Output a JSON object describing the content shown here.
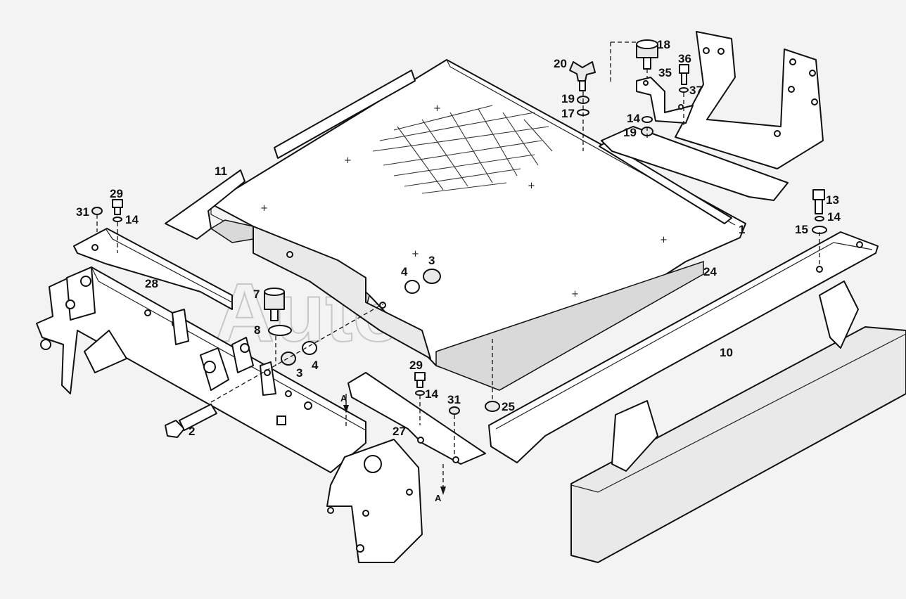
{
  "watermark": "AutoSoft",
  "section_marker": "A",
  "callouts": {
    "c1": "1",
    "c2": "2",
    "c3a": "3",
    "c3b": "3",
    "c4a": "4",
    "c4b": "4",
    "c7": "7",
    "c8": "8",
    "c10": "10",
    "c11": "11",
    "c13": "13",
    "c14a": "14",
    "c14b": "14",
    "c14c": "14",
    "c14d": "14",
    "c15": "15",
    "c17": "17",
    "c18": "18",
    "c19a": "19",
    "c19b": "19",
    "c20": "20",
    "c24": "24",
    "c25": "25",
    "c27": "27",
    "c28": "28",
    "c29a": "29",
    "c29b": "29",
    "c31a": "31",
    "c31b": "31",
    "c35": "35",
    "c36": "36",
    "c37": "37"
  }
}
